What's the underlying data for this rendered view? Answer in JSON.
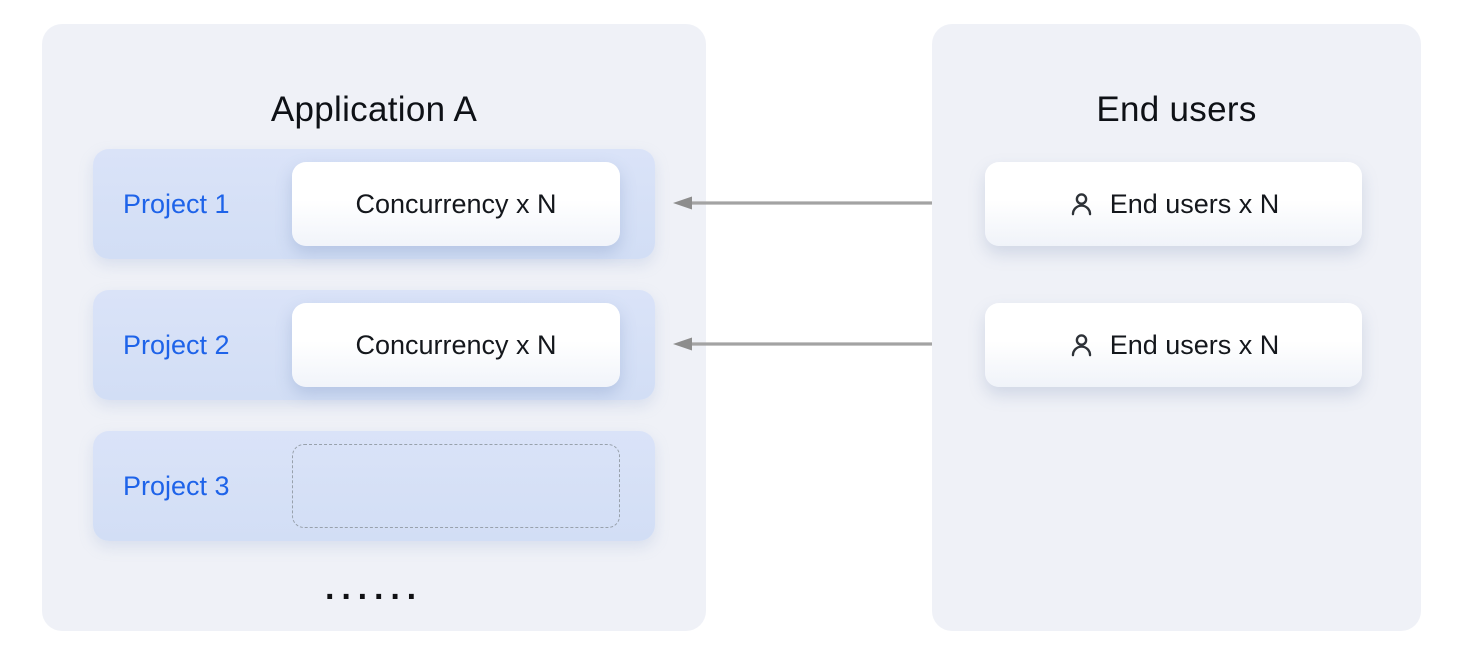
{
  "diagram": {
    "left_panel": {
      "title": "Application A",
      "rows": [
        {
          "label": "Project 1",
          "card_text": "Concurrency x N",
          "card_type": "solid"
        },
        {
          "label": "Project 2",
          "card_text": "Concurrency x N",
          "card_type": "solid"
        },
        {
          "label": "Project 3",
          "card_text": "",
          "card_type": "dashed-empty"
        }
      ],
      "ellipsis": "······"
    },
    "right_panel": {
      "title": "End users",
      "cards": [
        {
          "icon": "person-icon",
          "label": "End users x N"
        },
        {
          "icon": "person-icon",
          "label": "End users x N"
        }
      ]
    },
    "connectors": [
      {
        "type": "double-headed-arrow"
      },
      {
        "type": "double-headed-arrow"
      }
    ],
    "colors": {
      "panel_bg": "#eff1f7",
      "row_bg": "#d5e0f5",
      "project_label_blue": "#1e63e9",
      "card_bg": "#ffffff",
      "card_text": "#14171c",
      "arrow_gray": "#9b9b9b",
      "dashed_border": "#98a1ac",
      "title_text": "#0e1116"
    }
  }
}
